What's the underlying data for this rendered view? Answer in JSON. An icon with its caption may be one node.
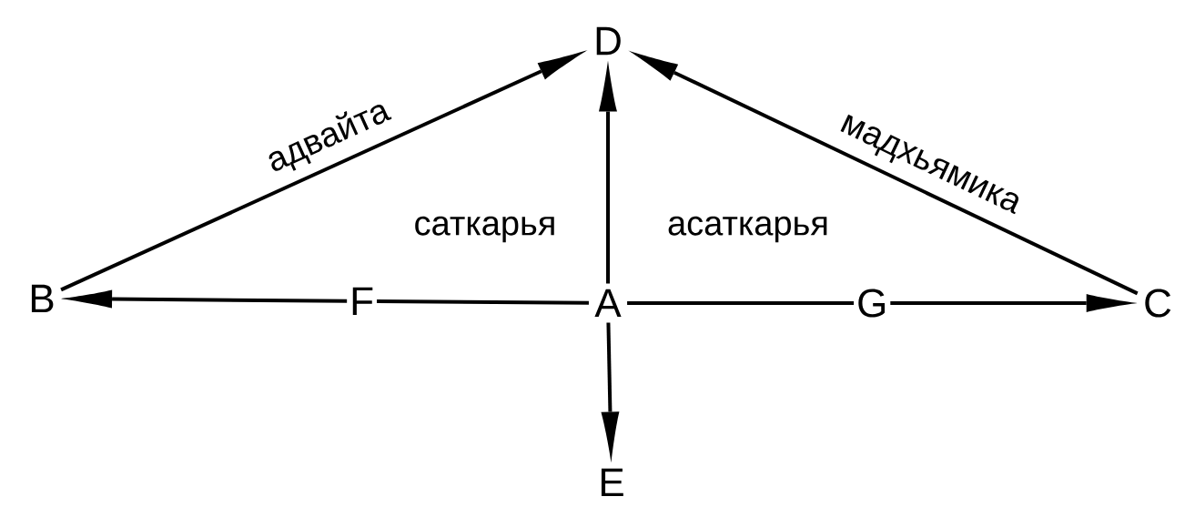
{
  "diagram": {
    "nodes": [
      {
        "text": [
          "D"
        ]
      },
      {
        "text": [
          "B"
        ]
      },
      {
        "text": [
          "A"
        ]
      },
      {
        "text": [
          "C"
        ]
      },
      {
        "text": [
          "E"
        ]
      }
    ],
    "edges": [
      {
        "from": 1,
        "to": 0,
        "arrow": "to",
        "label": "адвайта"
      },
      {
        "from": 3,
        "to": 0,
        "arrow": "to",
        "label": "мадхьямика"
      },
      {
        "from": 2,
        "to": 0,
        "arrow": "to"
      },
      {
        "from": 2,
        "to": 1,
        "arrow": "to",
        "label": "F"
      },
      {
        "from": 2,
        "to": 3,
        "arrow": "to",
        "label": "G"
      },
      {
        "from": 2,
        "to": 4,
        "arrow": "to"
      }
    ],
    "labels": [
      "саткарья",
      "асаткарья"
    ]
  }
}
